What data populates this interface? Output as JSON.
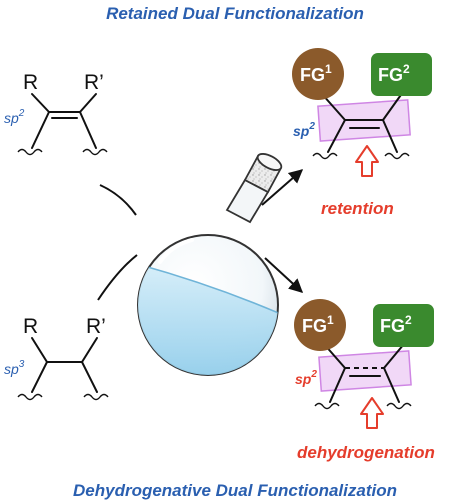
{
  "title_top": "Retained  Dual Functionalization",
  "title_bottom": "Dehydrogenative Dual Functionalization",
  "substrate_sp2": {
    "r1": "R",
    "r2": "R’",
    "hybridization": "sp",
    "hyb_sup": "2"
  },
  "substrate_sp3": {
    "r1": "R",
    "r2": "R’",
    "hybridization": "sp",
    "hyb_sup": "3"
  },
  "product_top": {
    "fg1": "FG",
    "fg1_sup": "1",
    "fg2": "FG",
    "fg2_sup": "2",
    "hybridization": "sp",
    "hyb_sup": "2",
    "note": "retention"
  },
  "product_bottom": {
    "fg1": "FG",
    "fg1_sup": "1",
    "fg2": "FG",
    "fg2_sup": "2",
    "hybridization": "sp",
    "hyb_sup": "2",
    "note": "dehydrogenation"
  },
  "colors": {
    "title": "#2a5fb0",
    "hyb_blue": "#2a5fb0",
    "hyb_red": "#e53d2c",
    "fg1": "#8b5a2b",
    "fg2": "#3a8a2e",
    "highlight": "#e6b8f0",
    "note": "#e53d2c",
    "flask_liquid": "#a9d8ef"
  },
  "icons": [
    "round-bottom-flask-icon",
    "reaction-arrow-icon",
    "hollow-arrow-icon"
  ]
}
